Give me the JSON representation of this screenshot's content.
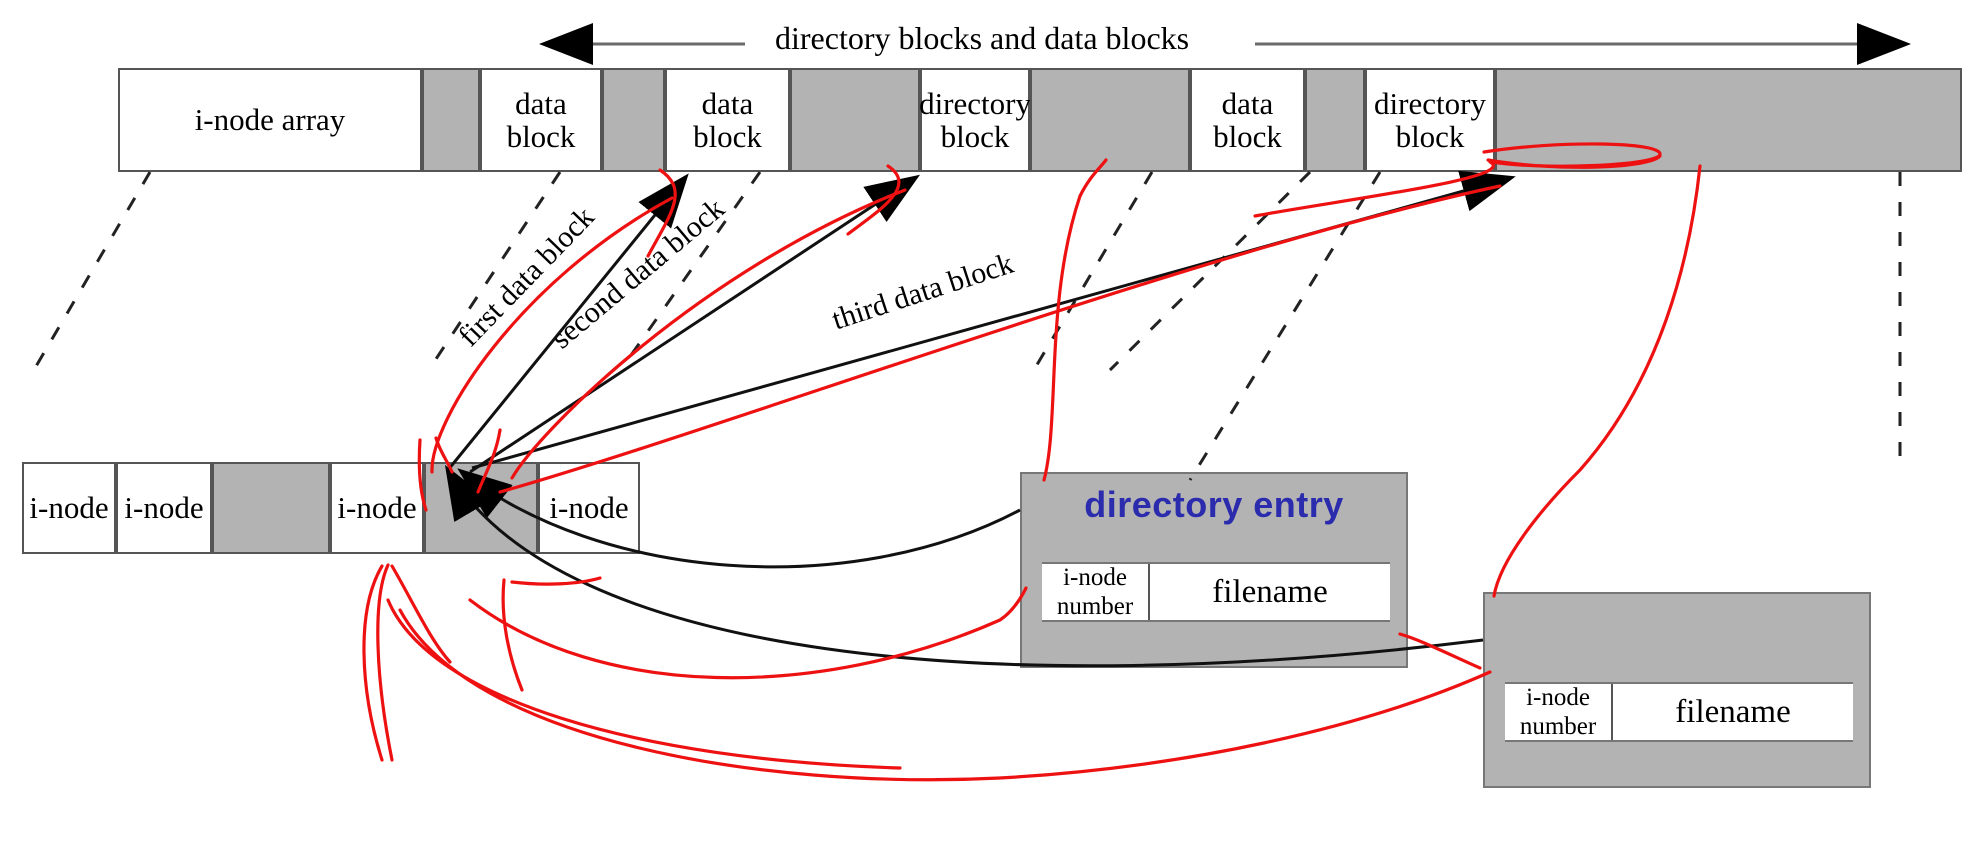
{
  "header": {
    "span_label": "directory blocks and data blocks"
  },
  "disk_layout": {
    "blocks": [
      {
        "label": "i-node array",
        "kind": "white"
      },
      {
        "label": "",
        "kind": "gray"
      },
      {
        "label": "data\nblock",
        "kind": "white"
      },
      {
        "label": "",
        "kind": "gray"
      },
      {
        "label": "data\nblock",
        "kind": "white"
      },
      {
        "label": "",
        "kind": "gray"
      },
      {
        "label": "directory\nblock",
        "kind": "white"
      },
      {
        "label": "",
        "kind": "gray"
      },
      {
        "label": "data\nblock",
        "kind": "white"
      },
      {
        "label": "",
        "kind": "gray"
      },
      {
        "label": "directory\nblock",
        "kind": "white"
      },
      {
        "label": "",
        "kind": "gray"
      }
    ]
  },
  "inode_array": {
    "cells": [
      {
        "label": "i-node",
        "kind": "white"
      },
      {
        "label": "i-node",
        "kind": "white"
      },
      {
        "label": "",
        "kind": "gray"
      },
      {
        "label": "i-node",
        "kind": "white"
      },
      {
        "label": "",
        "kind": "gray"
      },
      {
        "label": "i-node",
        "kind": "white"
      }
    ]
  },
  "pointer_labels": [
    "first data block",
    "second data block",
    "third data block"
  ],
  "directory_entry_panel": {
    "title": "directory  entry",
    "inode_number_line1": "i-node",
    "inode_number_line2": "number",
    "filename": "filename"
  },
  "directory_block_panel": {
    "title": "",
    "inode_number_line1": "i-node",
    "inode_number_line2": "number",
    "filename": "filename"
  },
  "colors": {
    "gray_fill": "#b3b3b3",
    "white_fill": "#ffffff",
    "cell_border": "#555555",
    "annotation_red": "#ee1111",
    "title_blue": "#2b2bad",
    "arrow_black": "#000000"
  }
}
